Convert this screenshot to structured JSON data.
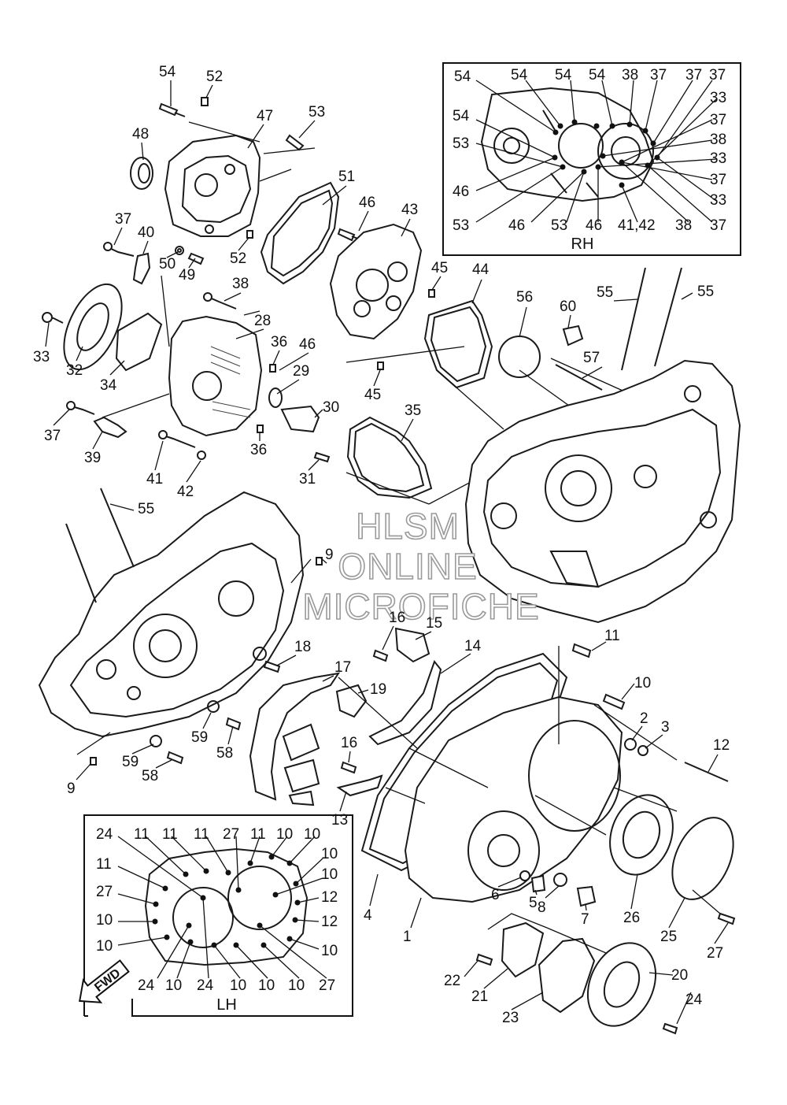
{
  "watermark": {
    "line1": "HLSM",
    "line2": "ONLINE",
    "line3": "MICROFICHE"
  },
  "inset_rh": {
    "title": "RH",
    "callouts": [
      "54",
      "54",
      "54",
      "54",
      "38",
      "37",
      "37",
      "37",
      "54",
      "33",
      "53",
      "37",
      "38",
      "46",
      "33",
      "37",
      "53",
      "46",
      "53",
      "46",
      "41,42",
      "38",
      "37",
      "33"
    ]
  },
  "inset_lh": {
    "title": "LH",
    "callouts": [
      "24",
      "11",
      "11",
      "11",
      "27",
      "11",
      "10",
      "10",
      "11",
      "10",
      "27",
      "10",
      "12",
      "10",
      "12",
      "10",
      "10",
      "24",
      "10",
      "24",
      "10",
      "10",
      "10",
      "27"
    ]
  },
  "fwd_label": "FWD",
  "callouts": [
    "54",
    "52",
    "47",
    "53",
    "48",
    "37",
    "40",
    "50",
    "49",
    "52",
    "51",
    "46",
    "43",
    "45",
    "33",
    "32",
    "34",
    "38",
    "28",
    "36",
    "46",
    "29",
    "30",
    "36",
    "37",
    "39",
    "41",
    "42",
    "31",
    "45",
    "44",
    "56",
    "60",
    "55",
    "57",
    "55",
    "35",
    "55",
    "9",
    "18",
    "17",
    "16",
    "15",
    "14",
    "19",
    "16",
    "13",
    "59",
    "58",
    "59",
    "58",
    "9",
    "11",
    "10",
    "2",
    "3",
    "12",
    "4",
    "1",
    "6",
    "5",
    "8",
    "7",
    "26",
    "25",
    "27",
    "22",
    "21",
    "23",
    "20",
    "24"
  ]
}
